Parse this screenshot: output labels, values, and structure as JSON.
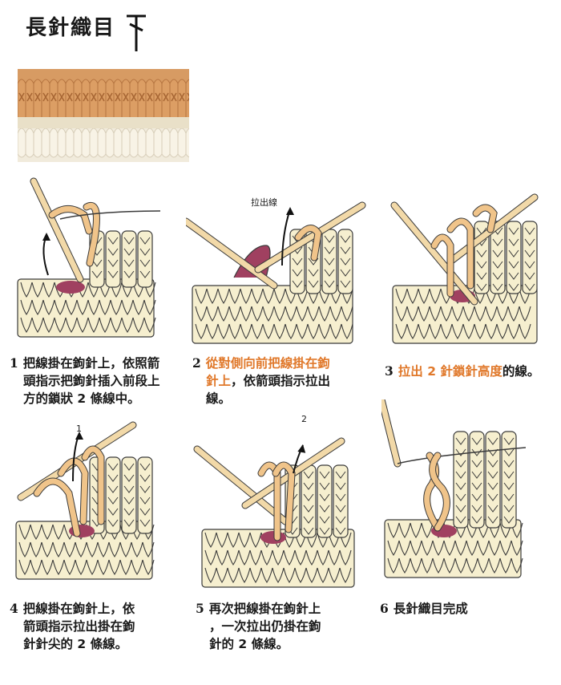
{
  "title": "長針織目",
  "steps": [
    {
      "num": "1",
      "lines": [
        "把線掛在鉤針上，依照箭",
        "頭指示把鉤針插入前段上",
        "方的鎖狀 2 條線中。"
      ]
    },
    {
      "num": "2",
      "highlight_lines": [
        "從對側向前把線掛在鉤",
        "針上"
      ],
      "rest": "，依箭頭指示拉出",
      "last": "線。"
    },
    {
      "num": "3",
      "highlight": "拉出 2 針鎖針高度",
      "rest": "的線。"
    },
    {
      "num": "4",
      "lines": [
        "把線掛在鉤針上，依",
        "箭頭指示拉出掛在鉤",
        "針針尖的 2 條線。"
      ]
    },
    {
      "num": "5",
      "lines": [
        "再次把線掛在鉤針上",
        "，一次拉出仍掛在鉤",
        "針的 2 條線。"
      ]
    },
    {
      "num": "6",
      "lines": [
        "長針織目完成"
      ]
    }
  ],
  "labels": {
    "pull_out": "拉出線",
    "arrow1": "1",
    "arrow2": "2"
  },
  "colors": {
    "yarn": "#f6efcf",
    "yarn_outline": "#3a3a3a",
    "hook": "#f2d9a8",
    "loop": "#f0c48a",
    "accent": "#a04060",
    "highlight_text": "#e0782a"
  }
}
